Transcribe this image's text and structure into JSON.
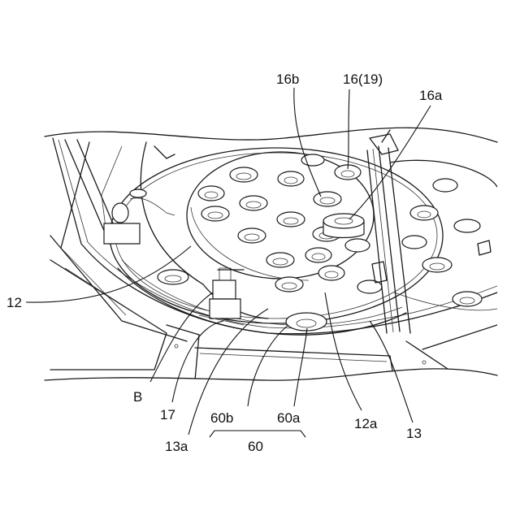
{
  "labels": {
    "l16b": "16b",
    "l16_19": "16(19)",
    "l16a": "16a",
    "l12": "12",
    "lB": "B",
    "l17": "17",
    "l13a": "13a",
    "l60b": "60b",
    "l60a": "60a",
    "l60": "60",
    "l12a": "12a",
    "l13": "13"
  }
}
